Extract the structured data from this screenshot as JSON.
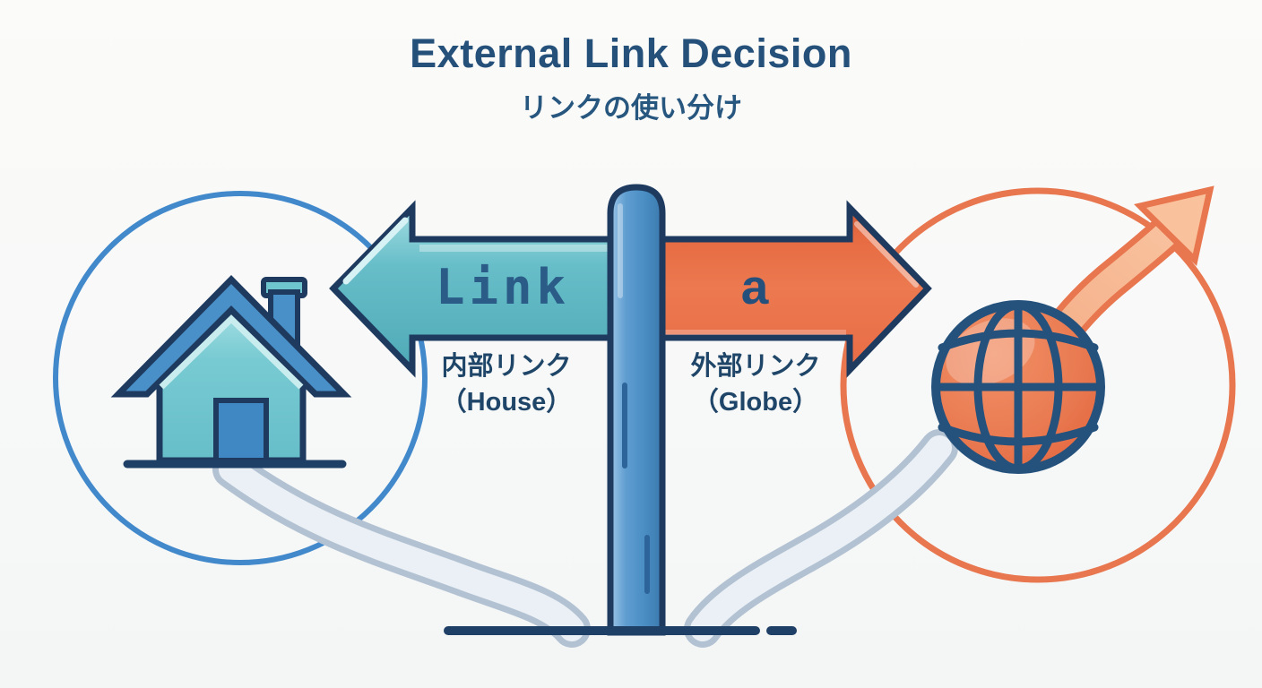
{
  "header": {
    "title": "External Link Decision",
    "subtitle": "リンクの使い分け"
  },
  "signpost": {
    "left_arrow": {
      "label": "Link",
      "caption": "内部リンク",
      "caption_sub": "（House）",
      "direction": "left",
      "meaning": "internal link"
    },
    "right_arrow": {
      "label": "a",
      "caption": "外部リンク",
      "caption_sub": "（Globe）",
      "direction": "right",
      "meaning": "external link"
    }
  },
  "icons": {
    "left": "house-icon",
    "right": "globe-icon",
    "center": "signpost-icon",
    "outbound": "arrow-up-right-icon"
  },
  "colors": {
    "title_text": "#24507a",
    "caption_text": "#1f4668",
    "teal_arrow": "#5fb8c3",
    "orange_arrow": "#e96f47",
    "pole_blue": "#4a8ec4",
    "house_teal": "#6fc5cd",
    "roof_blue": "#4a90c8",
    "globe_orange": "#e8744c",
    "outline_navy": "#1e3a5f",
    "left_circle_stroke": "#4289cc",
    "right_circle_stroke": "#e8764e",
    "path_fill": "#eaf0f5",
    "path_edge": "#b3c2d2",
    "background": "#f9fafa"
  }
}
